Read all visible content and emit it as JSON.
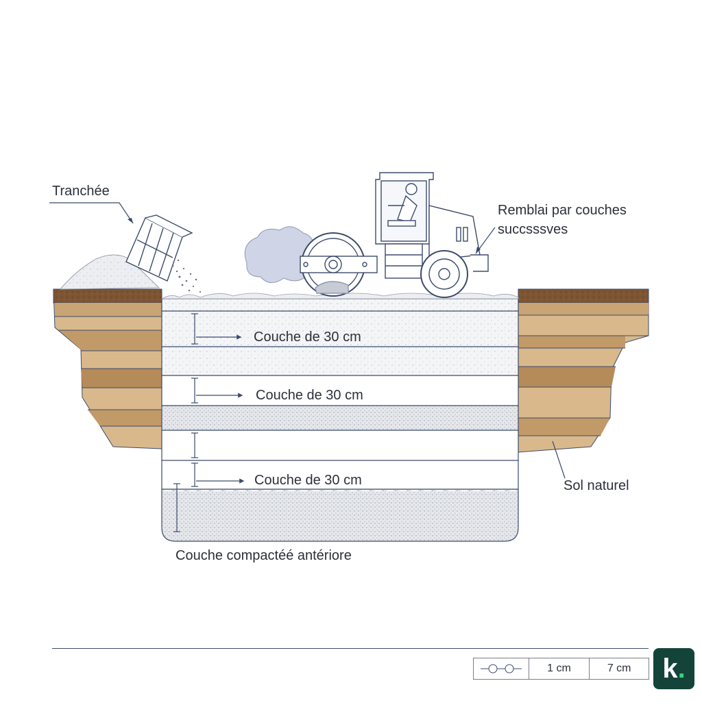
{
  "labels": {
    "tranchee": "Tranchée",
    "remblai_line1": "Remblai par couches",
    "remblai_line2": "succsssves",
    "sol_naturel": "Sol naturel",
    "couche_1": "Couche de 30 cm",
    "couche_2": "Couche de 30 cm",
    "couche_3": "Couche de 30 cm",
    "couche_anterieure": "Couche compactéé antériore"
  },
  "scale": {
    "cell_1": "1 cm",
    "cell_2": "7 cm"
  },
  "logo": {
    "letter": "k",
    "dot": "."
  },
  "colors": {
    "line": "#3b4a6b",
    "soil_light": "#d9b98c",
    "soil_mid": "#c29a68",
    "soil_dark": "#9c7247",
    "topsoil": "#7d5533",
    "logo_bg": "#14433a",
    "logo_accent": "#37d67a"
  }
}
